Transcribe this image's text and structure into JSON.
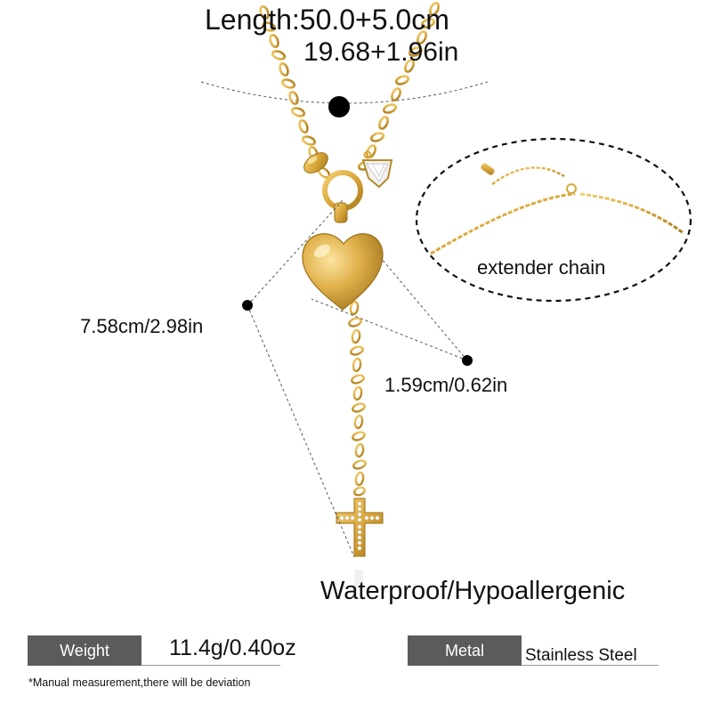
{
  "length": {
    "line1": "Length:50.0+5.0cm",
    "line2": "19.68+1.96in"
  },
  "annotations": {
    "pendant_length": "7.58cm/2.98in",
    "heart_size": "1.59cm/0.62in",
    "extender": "extender chain"
  },
  "features": "Waterproof/Hypoallergenic",
  "specs": {
    "weight": {
      "label": "Weight",
      "value": "11.4g/0.40oz"
    },
    "metal": {
      "label": "Metal",
      "value": "Stainless Steel"
    }
  },
  "disclaimer": "*Manual measurement,there will be deviation",
  "colors": {
    "gold": "#d9a73a",
    "gold_dark": "#a97a1c",
    "label_bg": "#5b5b5b"
  }
}
